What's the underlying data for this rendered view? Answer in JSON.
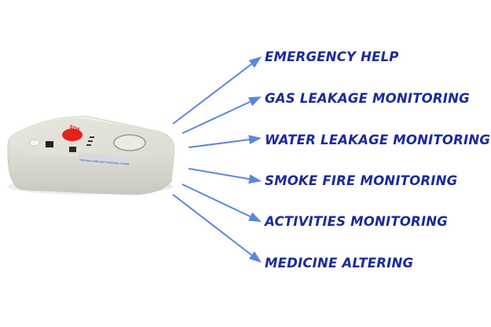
{
  "device": {
    "logo_text": "SOS",
    "label_text": "PERSONAL EMERGENCY RESPONSE SYSTEM"
  },
  "features": [
    {
      "label": "EMERGENCY HELP"
    },
    {
      "label": "GAS LEAKAGE MONITORING"
    },
    {
      "label": "WATER LEAKAGE MONITORING"
    },
    {
      "label": "SMOKE FIRE MONITORING"
    },
    {
      "label": "ACTIVITIES MONITORING"
    },
    {
      "label": "MEDICINE ALTERING"
    }
  ],
  "colors": {
    "text": "#1b2a9c",
    "arrow": "#5b86e0",
    "sos_button": "#e8201c",
    "device_body": "#e4e4dc"
  }
}
